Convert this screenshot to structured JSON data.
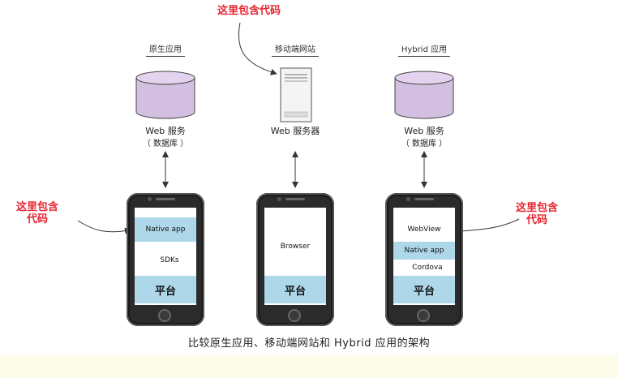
{
  "top_callout": "这里包含代码",
  "columns": [
    {
      "title": "原生应用",
      "service_line1": "Web 服务",
      "service_line2": "（ 数据库 ）",
      "screen": [
        "Native app",
        "SDKs",
        "平台"
      ]
    },
    {
      "title": "移动端网站",
      "service_line1": "Web 服务器",
      "screen": [
        "Browser",
        "平台"
      ]
    },
    {
      "title": "Hybrid 应用",
      "service_line1": "Web 服务",
      "service_line2": "（ 数据库 ）",
      "screen": [
        "WebView",
        "Native app",
        "Cordova",
        "平台"
      ]
    }
  ],
  "left_callout": {
    "line1": "这里包含",
    "line2": "代码"
  },
  "right_callout": {
    "line1": "这里包含",
    "line2": "代码"
  },
  "caption": "比较原生应用、移动端网站和 Hybrid 应用的架构",
  "colors": {
    "callout": "#e8232f",
    "database": "#d3bfe0",
    "screen_blue": "#aed8ea"
  }
}
